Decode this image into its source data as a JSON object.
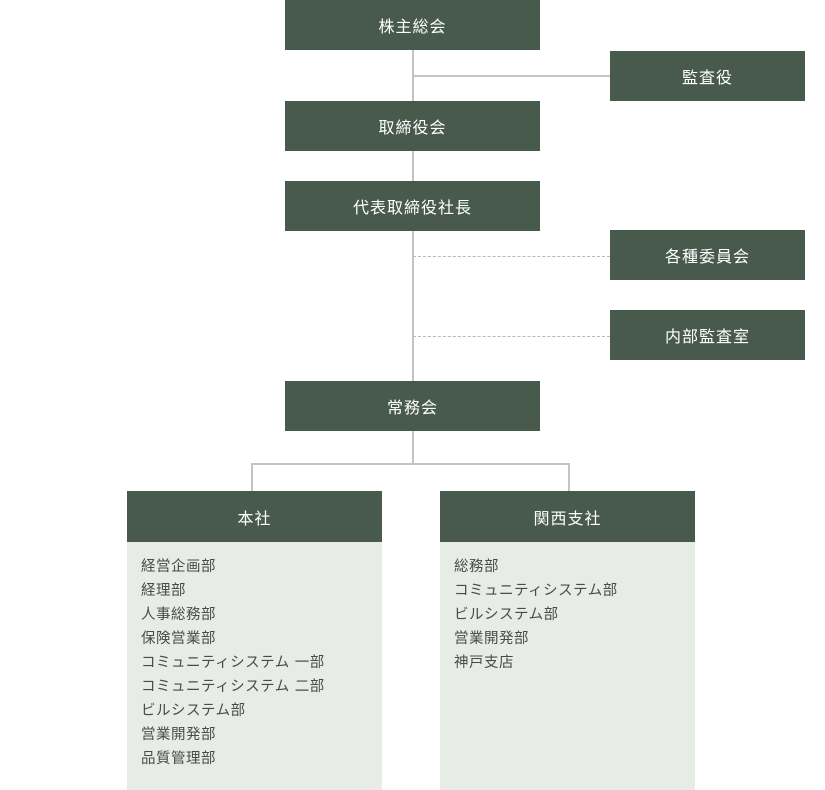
{
  "nodes": {
    "shareholders_meeting": "株主総会",
    "auditor": "監査役",
    "board_of_directors": "取締役会",
    "president": "代表取締役社長",
    "committees": "各種委員会",
    "internal_audit": "内部監査室",
    "managing_board": "常務会",
    "head_office": "本社",
    "kansai_branch": "関西支社"
  },
  "head_office_departments": [
    "経営企画部",
    "経理部",
    "人事総務部",
    "保険営業部",
    "コミュニティシステム 一部",
    "コミュニティシステム 二部",
    "ビルシステム部",
    "営業開発部",
    "品質管理部"
  ],
  "kansai_departments": [
    "総務部",
    "コミュニティシステム部",
    "ビルシステム部",
    "営業開発部",
    "神戸支店"
  ],
  "colors": {
    "box_fill": "#475a4c",
    "box_text": "#ffffff",
    "panel_fill": "#e7ece6",
    "connector": "#c4c4c4"
  }
}
